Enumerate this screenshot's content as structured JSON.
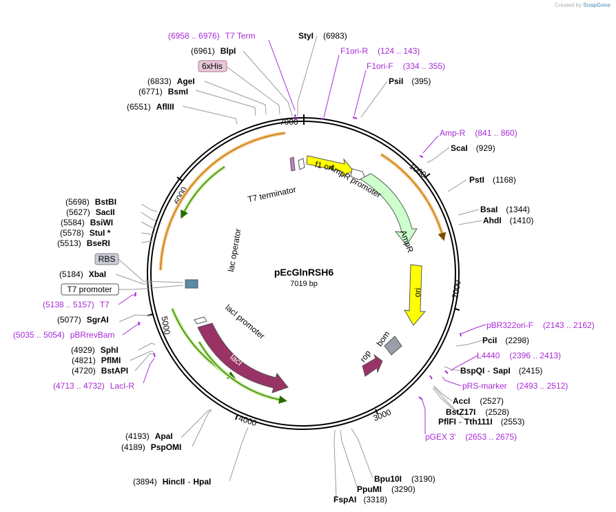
{
  "credit": {
    "prefix": "Created by",
    "brand": "SnapGene"
  },
  "plasmid": {
    "name": "pEcGlnRSH6",
    "length_label": "7019 bp"
  },
  "ticks": [
    "1000",
    "2000",
    "3000",
    "4000",
    "5000",
    "6000",
    "7000"
  ],
  "sites": [
    {
      "name": "StyI",
      "pos": "(6983)"
    },
    {
      "name": "BlpI",
      "pos": "(6961)"
    },
    {
      "name": "AgeI",
      "pos": "(6833)"
    },
    {
      "name": "BsmI",
      "pos": "(6771)"
    },
    {
      "name": "AflIII",
      "pos": "(6551)"
    },
    {
      "name": "PsiI",
      "pos": "(395)"
    },
    {
      "name": "ScaI",
      "pos": "(929)"
    },
    {
      "name": "PstI",
      "pos": "(1168)"
    },
    {
      "name": "BsaI",
      "pos": "(1344)"
    },
    {
      "name": "AhdI",
      "pos": "(1410)"
    },
    {
      "name": "PciI",
      "pos": "(2298)"
    },
    {
      "name": "BspQI",
      "name2": "SapI",
      "pos": "(2415)"
    },
    {
      "name": "AccI",
      "pos": "(2527)"
    },
    {
      "name": "BstZ17I",
      "pos": "(2528)"
    },
    {
      "name": "PflFI",
      "name2": "Tth111I",
      "pos": "(2553)"
    },
    {
      "name": "Bpu10I",
      "pos": "(3190)"
    },
    {
      "name": "PpuMI",
      "pos": "(3290)"
    },
    {
      "name": "FspAI",
      "pos": "(3318)"
    },
    {
      "name": "HincII",
      "name2": "HpaI",
      "pos": "(3894)"
    },
    {
      "name": "ApaI",
      "pos": "(4193)"
    },
    {
      "name": "PspOMI",
      "pos": "(4189)"
    },
    {
      "name": "SphI",
      "pos": "(4929)"
    },
    {
      "name": "PflMI",
      "pos": "(4821)"
    },
    {
      "name": "BstAPI",
      "pos": "(4720)"
    },
    {
      "name": "SgrAI",
      "pos": "(5077)"
    },
    {
      "name": "XbaI",
      "pos": "(5184)"
    },
    {
      "name": "BstBI",
      "pos": "(5698)"
    },
    {
      "name": "SacII",
      "pos": "(5627)"
    },
    {
      "name": "BsiWI",
      "pos": "(5584)"
    },
    {
      "name": "StuI *",
      "pos": "(5578)"
    },
    {
      "name": "BseRI",
      "pos": "(5513)"
    }
  ],
  "primers": [
    {
      "name": "T7 Term",
      "pos": "(6958 .. 6976)"
    },
    {
      "name": "F1ori-R",
      "pos": "(124 .. 143)"
    },
    {
      "name": "F1ori-F",
      "pos": "(334 .. 355)"
    },
    {
      "name": "Amp-R",
      "pos": "(841 .. 860)"
    },
    {
      "name": "pBR322ori-F",
      "pos": "(2143 .. 2162)"
    },
    {
      "name": "L4440",
      "pos": "(2396 .. 2413)"
    },
    {
      "name": "pRS-marker",
      "pos": "(2493 .. 2512)"
    },
    {
      "name": "pGEX 3'",
      "pos": "(2653 .. 2675)"
    },
    {
      "name": "T7",
      "pos": "(5138 .. 5157)"
    },
    {
      "name": "pBRrevBam",
      "pos": "(5035 .. 5054)"
    },
    {
      "name": "LacI-R",
      "pos": "(4713 .. 4732)"
    }
  ],
  "boxed": {
    "his": "6xHis",
    "rbs": "RBS",
    "t7promoter": "T7 promoter"
  },
  "features": {
    "f1ori": "f1 ori",
    "amppromoter": "AmpR promoter",
    "ampr": "AmpR",
    "ori": "ori",
    "rop": "rop",
    "bom": "bom",
    "laci": "lacI",
    "lacipromoter": "lacI promoter",
    "lacoperator": "lac operator",
    "t7terminator": "T7 terminator"
  },
  "colors": {
    "f1ori": "#ffff00",
    "ampr": "#ccffcc",
    "ori": "#ffff00",
    "laci": "#993366",
    "rop": "#993366",
    "bom": "#9a9ea8",
    "primer": "#a829d6",
    "orf_orange": "#e8a33c",
    "orf_green": "#8acb2a"
  }
}
